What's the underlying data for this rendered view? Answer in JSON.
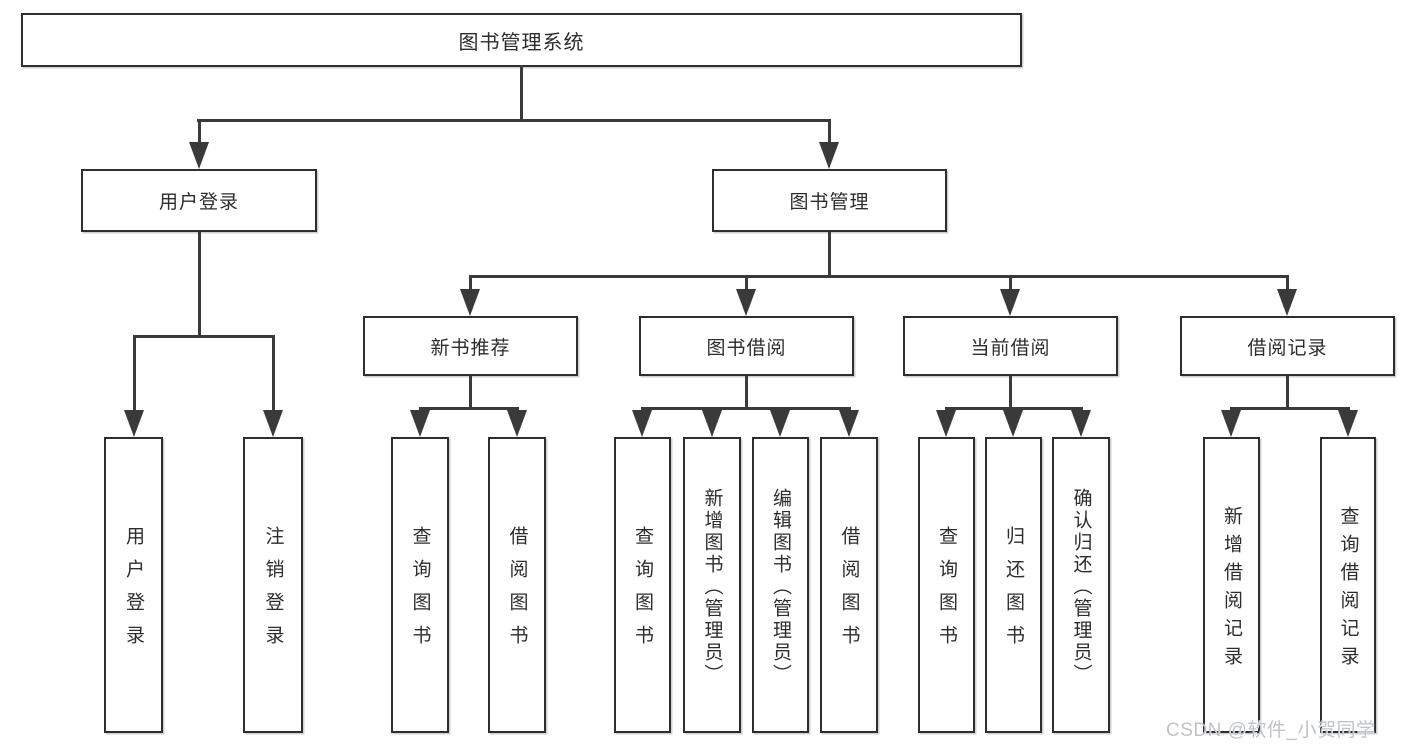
{
  "diagram": {
    "title": "图书管理系统",
    "watermark": "CSDN @软件_小贺同学",
    "colors": {
      "line": "#3a3a3a",
      "border": "#2e2e2e",
      "text": "#2d2d2d",
      "watermark": "#bfc3c9",
      "background": "#ffffff"
    },
    "tree": {
      "root": {
        "label": "图书管理系统"
      },
      "branches": [
        {
          "label": "用户登录",
          "children": [
            {
              "label": "用户登录"
            },
            {
              "label": "注销登录"
            }
          ]
        },
        {
          "label": "图书管理",
          "sections": [
            {
              "label": "新书推荐",
              "children": [
                {
                  "label": "查询图书"
                },
                {
                  "label": "借阅图书"
                }
              ]
            },
            {
              "label": "图书借阅",
              "children": [
                {
                  "label": "查询图书"
                },
                {
                  "label": "新增图书（管理员）"
                },
                {
                  "label": "编辑图书（管理员）"
                },
                {
                  "label": "借阅图书"
                }
              ]
            },
            {
              "label": "当前借阅",
              "children": [
                {
                  "label": "查询图书"
                },
                {
                  "label": "归还图书"
                },
                {
                  "label": "确认归还（管理员）"
                }
              ]
            },
            {
              "label": "借阅记录",
              "children": [
                {
                  "label": "新增借阅记录"
                },
                {
                  "label": "查询借阅记录"
                }
              ]
            }
          ]
        }
      ]
    }
  }
}
